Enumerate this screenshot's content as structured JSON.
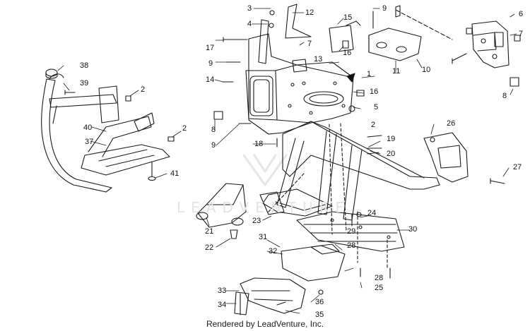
{
  "diagram": {
    "callouts": [
      "1",
      "2",
      "3",
      "4",
      "5",
      "6",
      "7",
      "8",
      "9",
      "10",
      "11",
      "12",
      "13",
      "14",
      "15",
      "16",
      "17",
      "18",
      "19",
      "20",
      "21",
      "22",
      "23",
      "24",
      "25",
      "26",
      "27",
      "28",
      "29",
      "30",
      "31",
      "32",
      "33",
      "34",
      "35",
      "36",
      "37",
      "38",
      "39",
      "40",
      "41"
    ],
    "watermark_text": "LEADVENTURE",
    "credit": "Rendered by LeadVenture, Inc."
  },
  "colors": {
    "line": "#1a1a1a",
    "fill": "#ffffff",
    "watermark": "#e4e4e4"
  }
}
